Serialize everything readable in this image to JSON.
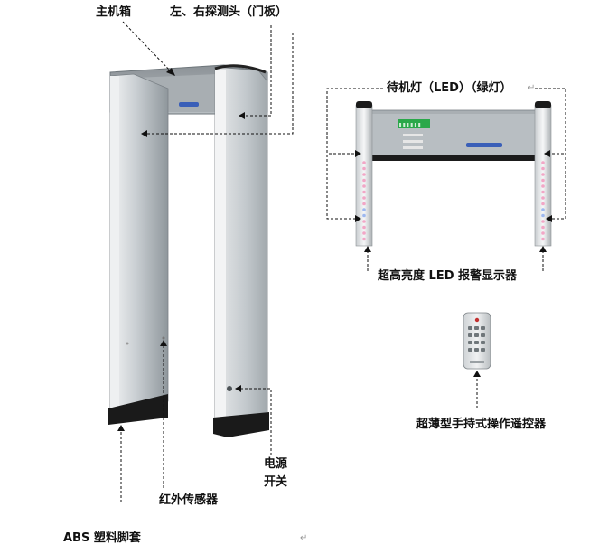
{
  "labels": {
    "main_box": "主机箱",
    "probes": "左、右探测头（门板）",
    "standby_light": "待机灯（LED）（绿灯）",
    "led_alarm": "超高亮度 LED 报警显示器",
    "remote": "超薄型手持式操作遥控器",
    "power_line1": "电源",
    "power_line2": "开关",
    "ir_sensor": "红外传感器",
    "abs_foot": "ABS 塑料脚套"
  },
  "return_mark": "↵",
  "colors": {
    "panel_light": "#d9dde0",
    "panel_dark": "#8e969b",
    "foot": "#1a1a1a",
    "lcd": "#2aa84a",
    "led_pink": "#f2a6c6",
    "led_blue": "#9db8f0",
    "badge": "#3a5fb8"
  }
}
